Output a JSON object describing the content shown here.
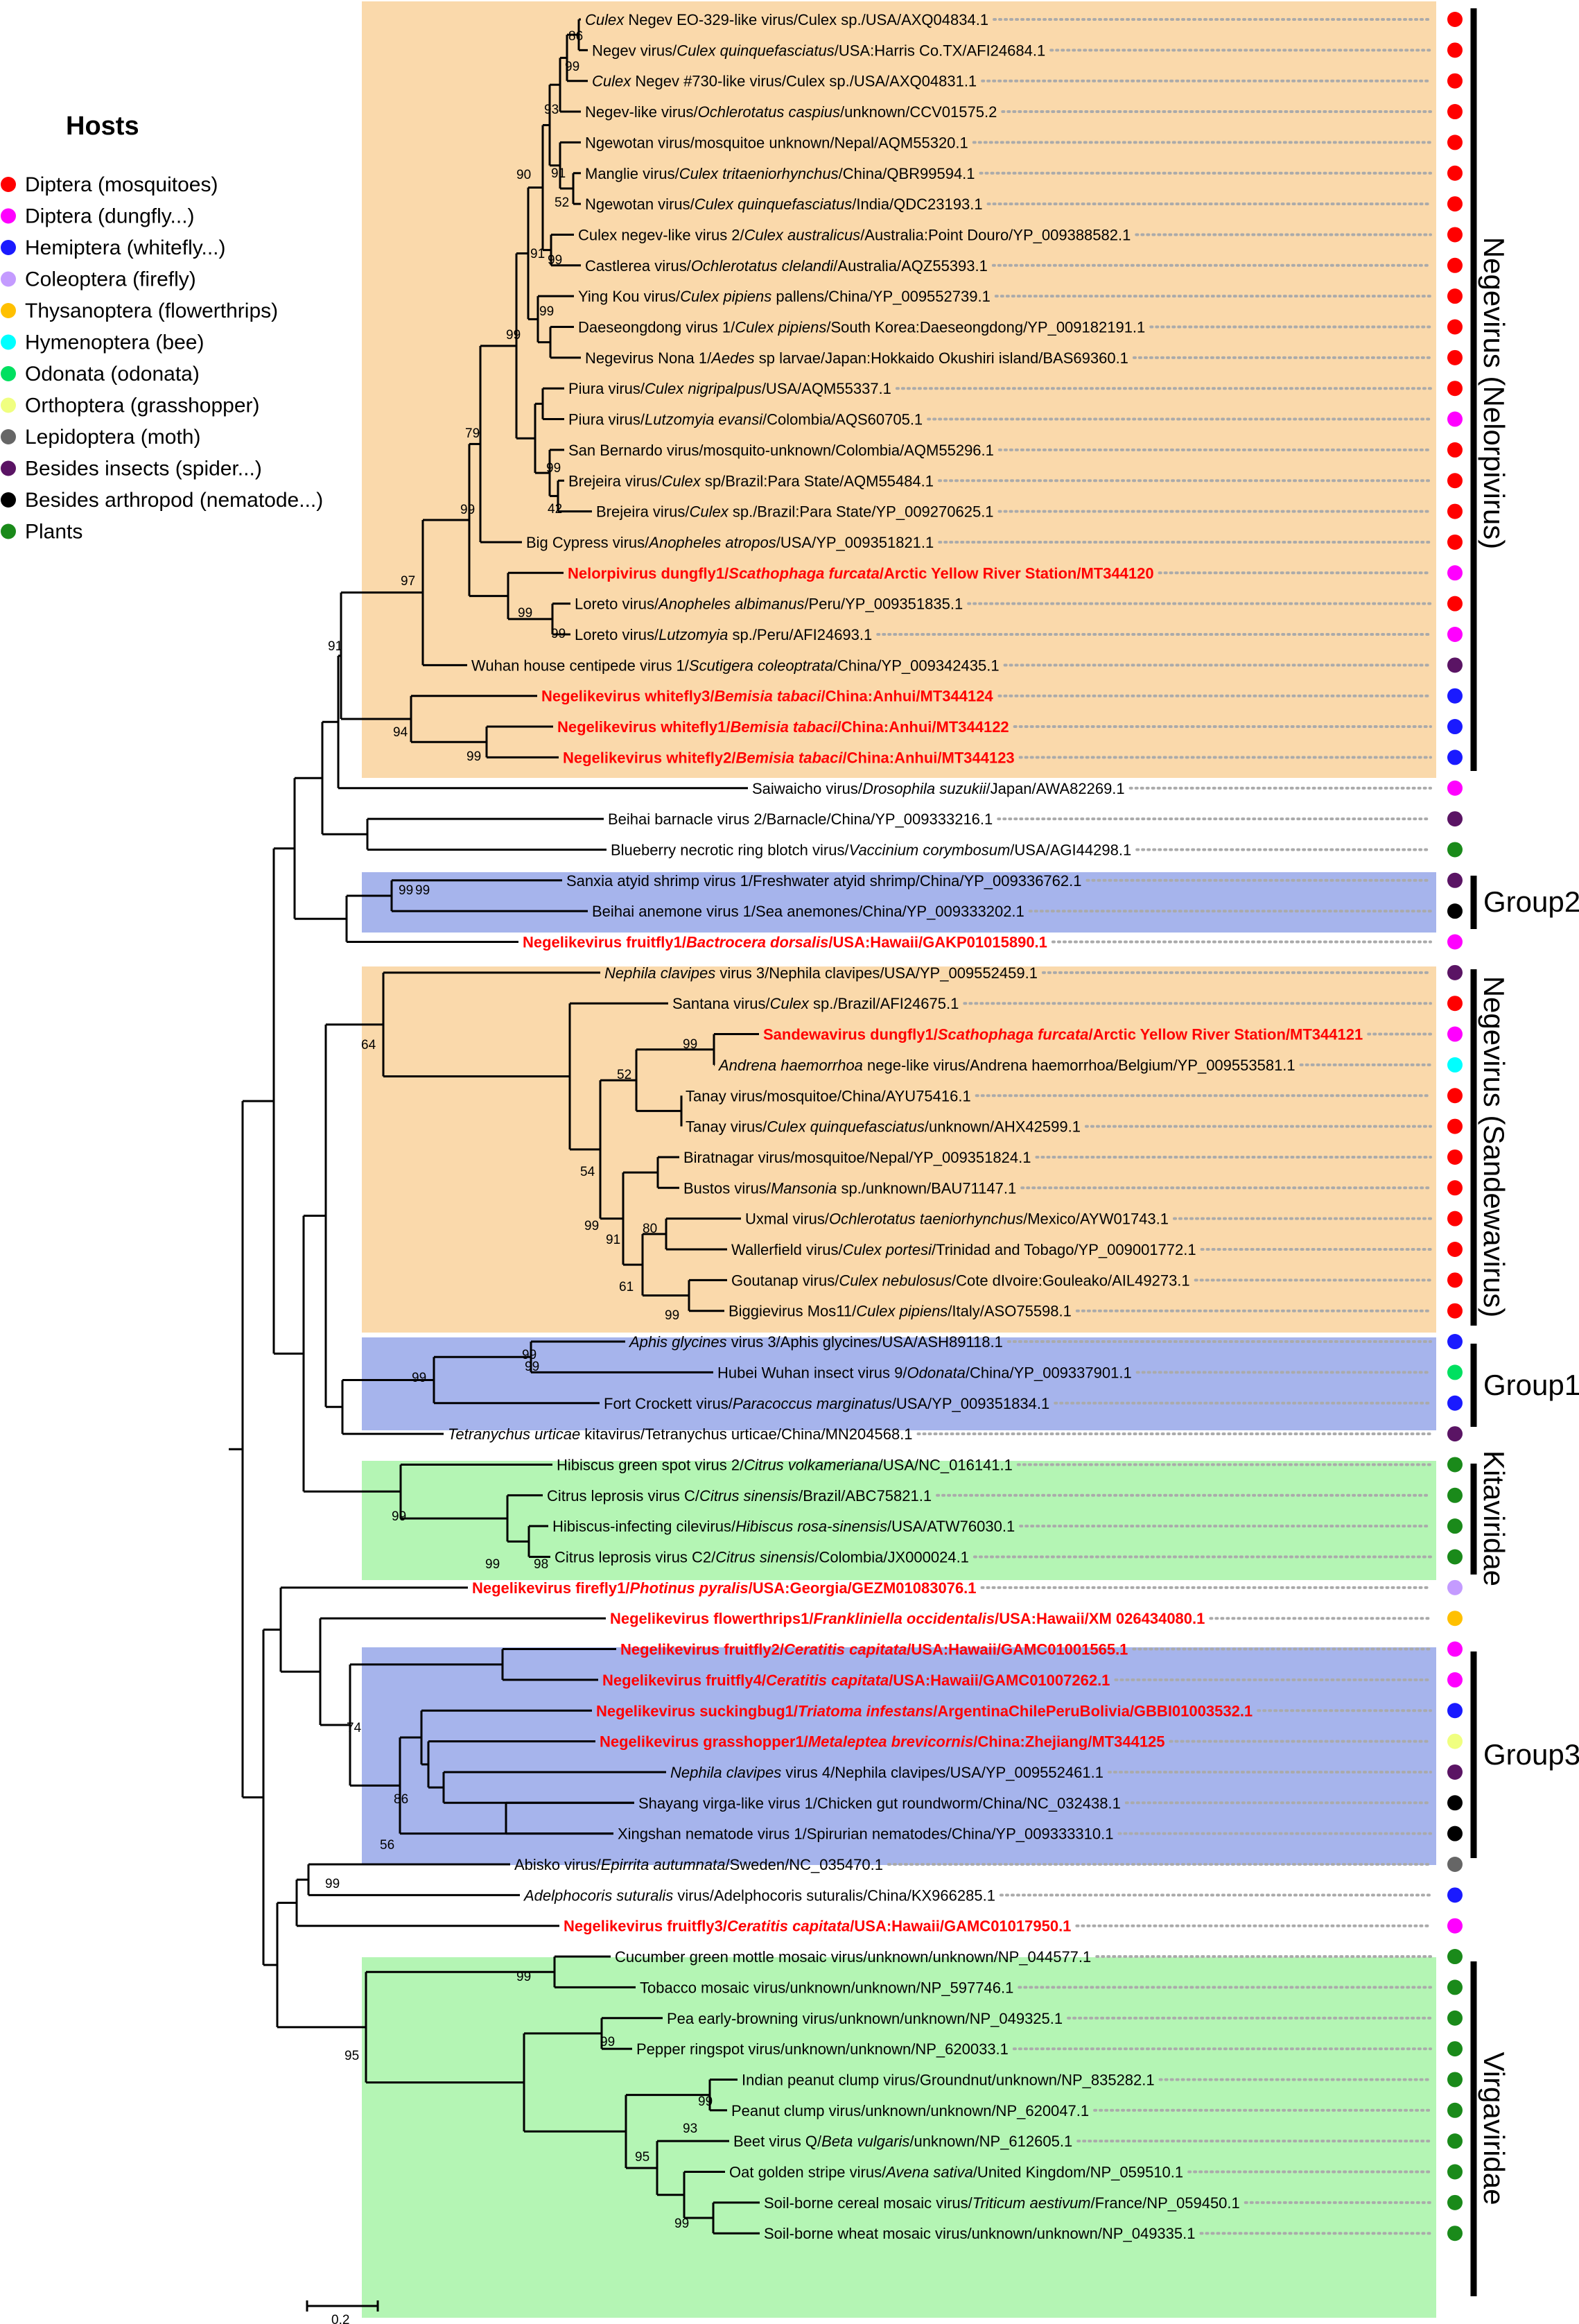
{
  "legend": {
    "title": "Hosts",
    "items": [
      {
        "label": "Diptera (mosquitoes)",
        "color": "#ff0000"
      },
      {
        "label": "Diptera (dungfly...)",
        "color": "#ff00ff"
      },
      {
        "label": "Hemiptera (whitefly...)",
        "color": "#1a1aff"
      },
      {
        "label": "Coleoptera (firefly)",
        "color": "#c49bff"
      },
      {
        "label": "Thysanoptera (flowerthrips)",
        "color": "#ffc000"
      },
      {
        "label": "Hymenoptera (bee)",
        "color": "#00ffff"
      },
      {
        "label": "Odonata (odonata)",
        "color": "#00e060"
      },
      {
        "label": "Orthoptera (grasshopper)",
        "color": "#f0ff80"
      },
      {
        "label": "Lepidoptera (moth)",
        "color": "#666666"
      },
      {
        "label": "Besides insects (spider...)",
        "color": "#5a1464"
      },
      {
        "label": "Besides arthropod (nematode...)",
        "color": "#000000"
      },
      {
        "label": "Plants",
        "color": "#1a8a1a"
      }
    ]
  },
  "tips": [
    {
      "label": "Culex Negev EO-329-like virus/Culex sp./USA/AXQ04834.1",
      "host": 0,
      "red": false
    },
    {
      "label": "Negev virus/Culex quinquefasciatus/USA:Harris Co.TX/AFI24684.1",
      "host": 0,
      "red": false
    },
    {
      "label": "Culex Negev #730-like virus/Culex sp./USA/AXQ04831.1",
      "host": 0,
      "red": false
    },
    {
      "label": "Negev-like virus/Ochlerotatus caspius/unknown/CCV01575.2",
      "host": 0,
      "red": false
    },
    {
      "label": "Ngewotan virus/mosquitoe unknown/Nepal/AQM55320.1",
      "host": 0,
      "red": false
    },
    {
      "label": "Manglie virus/Culex tritaeniorhynchus/China/QBR99594.1",
      "host": 0,
      "red": false
    },
    {
      "label": "Ngewotan virus/Culex quinquefasciatus/India/QDC23193.1",
      "host": 0,
      "red": false
    },
    {
      "label": "Culex negev-like virus 2/Culex australicus/Australia:Point Douro/YP_009388582.1",
      "host": 0,
      "red": false
    },
    {
      "label": "Castlerea virus/Ochlerotatus clelandi/Australia/AQZ55393.1",
      "host": 0,
      "red": false
    },
    {
      "label": "Ying Kou virus/Culex pipiens pallens/China/YP_009552739.1",
      "host": 0,
      "red": false
    },
    {
      "label": "Daeseongdong virus 1/Culex pipiens/South Korea:Daeseongdong/YP_009182191.1",
      "host": 0,
      "red": false
    },
    {
      "label": "Negevirus Nona 1/Aedes sp larvae/Japan:Hokkaido Okushiri island/BAS69360.1",
      "host": 0,
      "red": false
    },
    {
      "label": "Piura virus/Culex nigripalpus/USA/AQM55337.1",
      "host": 0,
      "red": false
    },
    {
      "label": "Piura virus/Lutzomyia evansi/Colombia/AQS60705.1",
      "host": 1,
      "red": false
    },
    {
      "label": "San Bernardo virus/mosquito-unknown/Colombia/AQM55296.1",
      "host": 0,
      "red": false
    },
    {
      "label": "Brejeira virus/Culex sp/Brazil:Para State/AQM55484.1",
      "host": 0,
      "red": false
    },
    {
      "label": "Brejeira virus/Culex sp./Brazil:Para State/YP_009270625.1",
      "host": 0,
      "red": false
    },
    {
      "label": "Big Cypress virus/Anopheles atropos/USA/YP_009351821.1",
      "host": 0,
      "red": false
    },
    {
      "label": "Nelorpivirus dungfly1/Scathophaga furcata/Arctic Yellow River Station/MT344120",
      "host": 1,
      "red": true
    },
    {
      "label": "Loreto virus/Anopheles albimanus/Peru/YP_009351835.1",
      "host": 0,
      "red": false
    },
    {
      "label": "Loreto virus/Lutzomyia sp./Peru/AFI24693.1",
      "host": 1,
      "red": false
    },
    {
      "label": "Wuhan house centipede virus 1/Scutigera coleoptrata/China/YP_009342435.1",
      "host": 9,
      "red": false
    },
    {
      "label": "Negelikevirus whitefly3/Bemisia tabaci/China:Anhui/MT344124",
      "host": 2,
      "red": true
    },
    {
      "label": "Negelikevirus whitefly1/Bemisia tabaci/China:Anhui/MT344122",
      "host": 2,
      "red": true
    },
    {
      "label": "Negelikevirus whitefly2/Bemisia tabaci/China:Anhui/MT344123",
      "host": 2,
      "red": true
    },
    {
      "label": "Saiwaicho virus/Drosophila suzukii/Japan/AWA82269.1",
      "host": 1,
      "red": false
    },
    {
      "label": "Beihai barnacle virus 2/Barnacle/China/YP_009333216.1",
      "host": 9,
      "red": false
    },
    {
      "label": "Blueberry necrotic ring blotch virus/Vaccinium corymbosum/USA/AGI44298.1",
      "host": 11,
      "red": false
    },
    {
      "label": "Sanxia atyid shrimp virus 1/Freshwater atyid shrimp/China/YP_009336762.1",
      "host": 9,
      "red": false
    },
    {
      "label": "Beihai anemone virus 1/Sea anemones/China/YP_009333202.1",
      "host": 10,
      "red": false
    },
    {
      "label": "Negelikevirus fruitfly1/Bactrocera dorsalis/USA:Hawaii/GAKP01015890.1",
      "host": 1,
      "red": true
    },
    {
      "label": "Nephila clavipes virus 3/Nephila clavipes/USA/YP_009552459.1",
      "host": 9,
      "red": false
    },
    {
      "label": "Santana virus/Culex sp./Brazil/AFI24675.1",
      "host": 0,
      "red": false
    },
    {
      "label": "Sandewavirus dungfly1/Scathophaga furcata/Arctic Yellow River Station/MT344121",
      "host": 1,
      "red": true
    },
    {
      "label": "Andrena haemorrhoa nege-like virus/Andrena haemorrhoa/Belgium/YP_009553581.1",
      "host": 5,
      "red": false
    },
    {
      "label": "Tanay virus/mosquitoe/China/AYU75416.1",
      "host": 0,
      "red": false
    },
    {
      "label": "Tanay virus/Culex quinquefasciatus/unknown/AHX42599.1",
      "host": 0,
      "red": false
    },
    {
      "label": "Biratnagar virus/mosquitoe/Nepal/YP_009351824.1",
      "host": 0,
      "red": false
    },
    {
      "label": "Bustos virus/Mansonia sp./unknown/BAU71147.1",
      "host": 0,
      "red": false
    },
    {
      "label": "Uxmal virus/Ochlerotatus taeniorhynchus/Mexico/AYW01743.1",
      "host": 0,
      "red": false
    },
    {
      "label": "Wallerfield virus/Culex portesi/Trinidad and Tobago/YP_009001772.1",
      "host": 0,
      "red": false
    },
    {
      "label": "Goutanap virus/Culex nebulosus/Cote dIvoire:Gouleako/AIL49273.1",
      "host": 0,
      "red": false
    },
    {
      "label": "Biggievirus Mos11/Culex pipiens/Italy/ASO75598.1",
      "host": 0,
      "red": false
    },
    {
      "label": "Aphis glycines virus 3/Aphis glycines/USA/ASH89118.1",
      "host": 2,
      "red": false
    },
    {
      "label": "Hubei Wuhan insect virus 9/Odonata/China/YP_009337901.1",
      "host": 6,
      "red": false
    },
    {
      "label": "Fort Crockett virus/Paracoccus marginatus/USA/YP_009351834.1",
      "host": 2,
      "red": false
    },
    {
      "label": "Tetranychus urticae kitavirus/Tetranychus urticae/China/MN204568.1",
      "host": 9,
      "red": false
    },
    {
      "label": "Hibiscus green spot virus 2/Citrus volkameriana/USA/NC_016141.1",
      "host": 11,
      "red": false
    },
    {
      "label": "Citrus leprosis virus C/Citrus sinensis/Brazil/ABC75821.1",
      "host": 11,
      "red": false
    },
    {
      "label": "Hibiscus-infecting cilevirus/Hibiscus rosa-sinensis/USA/ATW76030.1",
      "host": 11,
      "red": false
    },
    {
      "label": "Citrus leprosis virus C2/Citrus sinensis/Colombia/JX000024.1",
      "host": 11,
      "red": false
    },
    {
      "label": "Negelikevirus firefly1/Photinus pyralis/USA:Georgia/GEZM01083076.1",
      "host": 3,
      "red": true
    },
    {
      "label": "Negelikevirus flowerthrips1/Frankliniella occidentalis/USA:Hawaii/XM 026434080.1",
      "host": 4,
      "red": true
    },
    {
      "label": "Negelikevirus fruitfly2/Ceratitis capitata/USA:Hawaii/GAMC01001565.1",
      "host": 1,
      "red": true
    },
    {
      "label": "Negelikevirus fruitfly4/Ceratitis capitata/USA:Hawaii/GAMC01007262.1",
      "host": 1,
      "red": true
    },
    {
      "label": "Negelikevirus suckingbug1/Triatoma infestans/ArgentinaChilePeruBolivia/GBBI01003532.1",
      "host": 2,
      "red": true
    },
    {
      "label": "Negelikevirus grasshopper1/Metaleptea brevicornis/China:Zhejiang/MT344125",
      "host": 7,
      "red": true
    },
    {
      "label": "Nephila clavipes virus 4/Nephila clavipes/USA/YP_009552461.1",
      "host": 9,
      "red": false
    },
    {
      "label": "Shayang virga-like virus 1/Chicken gut roundworm/China/NC_032438.1",
      "host": 10,
      "red": false
    },
    {
      "label": "Xingshan nematode virus 1/Spirurian nematodes/China/YP_009333310.1",
      "host": 10,
      "red": false
    },
    {
      "label": "Abisko virus/Epirrita autumnata/Sweden/NC_035470.1",
      "host": 8,
      "red": false
    },
    {
      "label": "Adelphocoris suturalis virus/Adelphocoris suturalis/China/KX966285.1",
      "host": 2,
      "red": false
    },
    {
      "label": "Negelikevirus fruitfly3/Ceratitis capitata/USA:Hawaii/GAMC01017950.1",
      "host": 1,
      "red": true
    },
    {
      "label": "Cucumber green mottle mosaic virus/unknown/unknown/NP_044577.1",
      "host": 11,
      "red": false
    },
    {
      "label": "Tobacco mosaic virus/unknown/unknown/NP_597746.1",
      "host": 11,
      "red": false
    },
    {
      "label": "Pea early-browning virus/unknown/unknown/NP_049325.1",
      "host": 11,
      "red": false
    },
    {
      "label": "Pepper ringspot virus/unknown/unknown/NP_620033.1",
      "host": 11,
      "red": false
    },
    {
      "label": "Indian peanut clump virus/Groundnut/unknown/NP_835282.1",
      "host": 11,
      "red": false
    },
    {
      "label": "Peanut clump virus/unknown/unknown/NP_620047.1",
      "host": 11,
      "red": false
    },
    {
      "label": "Beet virus Q/Beta vulgaris/unknown/NP_612605.1",
      "host": 11,
      "red": false
    },
    {
      "label": "Oat golden stripe virus/Avena sativa/United Kingdom/NP_059510.1",
      "host": 11,
      "red": false
    },
    {
      "label": "Soil-borne cereal mosaic virus/Triticum aestivum/France/NP_059450.1",
      "host": 11,
      "red": false
    },
    {
      "label": "Soil-borne wheat mosaic virus/unknown/unknown/NP_049335.1",
      "host": 11,
      "red": false
    }
  ],
  "bootstrap": [
    "86",
    "99",
    "93",
    "91",
    "52",
    "91",
    "90",
    "99",
    "99",
    "99",
    "99",
    "42",
    "79",
    "99",
    "99",
    "99",
    "97",
    "94",
    "99",
    "91",
    "99",
    "99",
    "52",
    "99",
    "54",
    "80",
    "61",
    "99",
    "91",
    "64",
    "99",
    "99",
    "99",
    "99",
    "99",
    "99",
    "98",
    "56",
    "86",
    "74",
    "99",
    "99",
    "99",
    "99",
    "93",
    "95",
    "99",
    "95"
  ],
  "clade_labels": [
    "Negevirus (Nelorpivirus)",
    "Group2",
    "Negevirus (Sandewavirus)",
    "Group1",
    "Kitaviridae",
    "Group3",
    "Virgaviridae"
  ],
  "scale_bar": {
    "label": "0.2"
  },
  "colors": {
    "orange_box": "#fad9ab",
    "blue_box": "#a6b4ec",
    "green_box": "#b4f5b4",
    "red_text": "#ff0000",
    "dots": "#aaaaaa"
  }
}
